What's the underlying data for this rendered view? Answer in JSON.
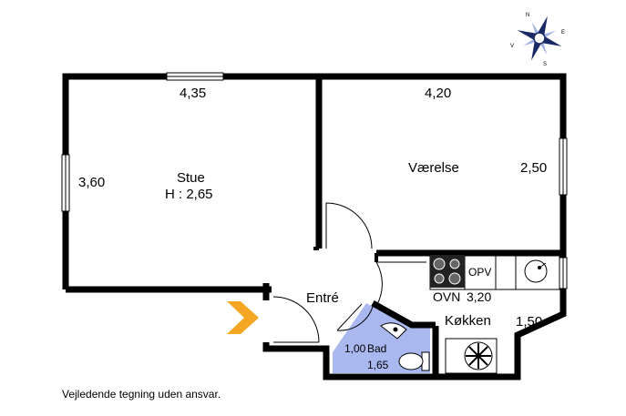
{
  "compass": {
    "north": "N",
    "south": "S",
    "east": "E",
    "west": "V"
  },
  "rooms": {
    "stue": {
      "name": "Stue",
      "height": "H : 2,65",
      "width": "4,35",
      "depth": "3,60"
    },
    "vaerelse": {
      "name": "Værelse",
      "width": "4,20",
      "depth": "2,50"
    },
    "entre": {
      "name": "Entré"
    },
    "koekken": {
      "name": "Køkken",
      "width": "3,20",
      "depth": "1,50",
      "oven": "OVN",
      "cupboard": "OPV"
    },
    "bad": {
      "name": "Bad",
      "width": "1,00",
      "depth": "1,65"
    }
  },
  "disclaimer": "Vejledende tegning uden ansvar.",
  "colors": {
    "wall": "#000000",
    "bath_fill": "#a9b9f0",
    "entrance_arrow": "#f5a623",
    "window_fill": "#ffffff"
  },
  "icons": [
    "compass-rose-icon",
    "entrance-arrow-icon",
    "stove-icon",
    "sink-icon",
    "toilet-icon",
    "washbasin-icon",
    "fan-icon"
  ]
}
